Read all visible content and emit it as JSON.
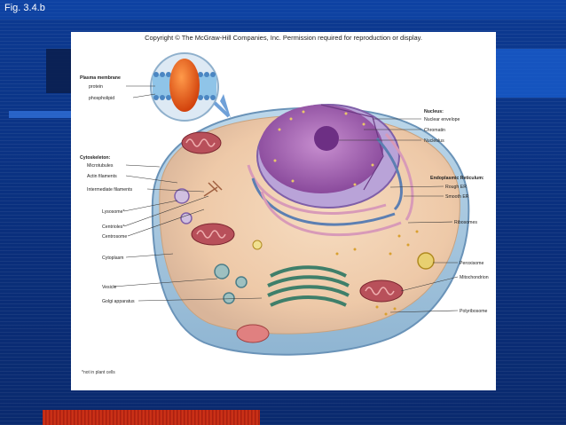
{
  "figure_label": "Fig. 3.4.b",
  "copyright": "Copyright © The McGraw-Hill Companies, Inc. Permission required for reproduction or display.",
  "footnote": "*not in plant cells",
  "left_labels": {
    "plasma_membrane_title": "Plasma membrane",
    "protein": "protein",
    "phospholipid": "phospholipid",
    "cytoskeleton_title": "Cytoskeleton:",
    "microtubules": "Microtubules",
    "actin_filaments": "Actin filaments",
    "intermediate_filaments": "Intermediate filaments",
    "lysosome": "Lysosome*",
    "centrioles": "Centrioles*",
    "centrosome": "Centrosome",
    "cytoplasm": "Cytoplasm",
    "vesicle": "Vesicle",
    "golgi": "Golgi apparatus"
  },
  "right_labels": {
    "nucleus_title": "Nucleus:",
    "nuclear_envelope": "Nuclear envelope",
    "chromatin": "Chromatin",
    "nucleolus": "Nucleolus",
    "er_title": "Endoplasmic Reticulum:",
    "rough_er": "Rough ER",
    "smooth_er": "Smooth ER",
    "ribosomes": "Ribosomes",
    "peroxisome": "Peroxisome",
    "mitochondrion": "Mitochondrion",
    "polyribosome": "Polyribosome"
  }
}
